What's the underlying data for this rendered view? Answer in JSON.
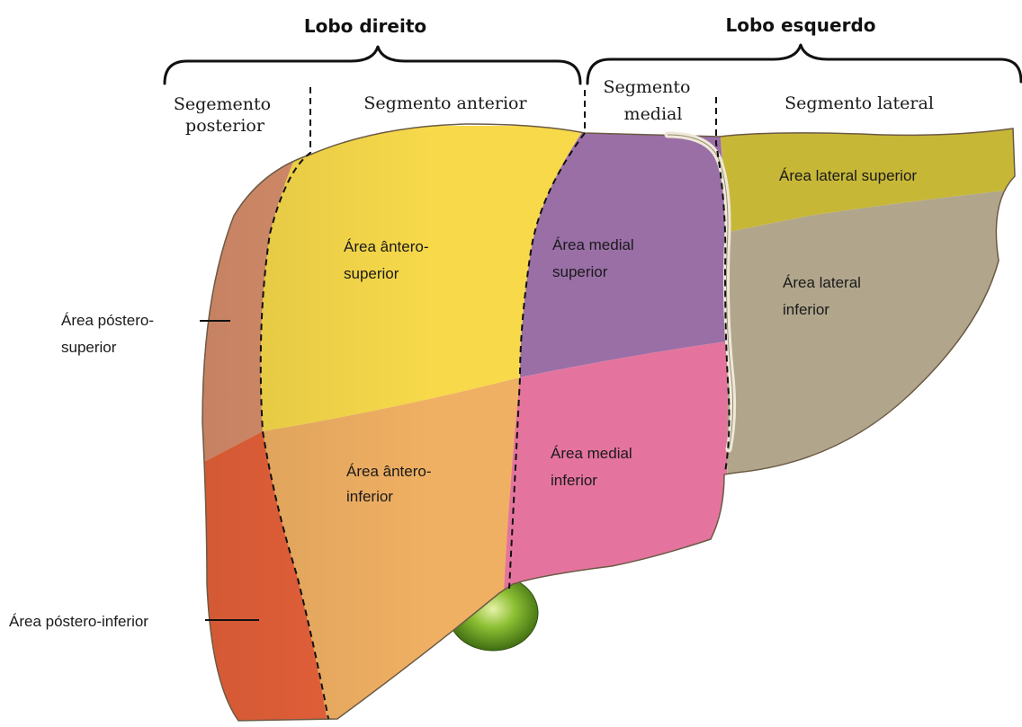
{
  "lobes": {
    "right": "Lobo direito",
    "left": "Lobo esquerdo"
  },
  "segments": {
    "posterior": [
      "Segemento",
      "posterior"
    ],
    "anterior": "Segmento anterior",
    "medial": [
      "Segmento",
      "medial"
    ],
    "lateral": "Segmento lateral"
  },
  "areas": {
    "postero_superior": [
      "Área póstero-",
      "superior"
    ],
    "postero_inferior": "Área póstero-inferior",
    "antero_superior": [
      "Área ântero-",
      "superior"
    ],
    "antero_inferior": [
      "Área ântero-",
      "inferior"
    ],
    "medial_superior": [
      "Área medial",
      "superior"
    ],
    "medial_inferior": [
      "Área medial",
      "inferior"
    ],
    "lateral_superior": "Área lateral superior",
    "lateral_inferior": [
      "Área lateral",
      "inferior"
    ]
  },
  "colors": {
    "postero_superior": "#d98f6c",
    "postero_inferior": "#e8623a",
    "antero_superior": "#f7d94a",
    "antero_inferior": "#f0b063",
    "medial_superior": "#9a6fa6",
    "medial_inferior": "#e4749e",
    "lateral_superior": "#c7b737",
    "lateral_inferior": "#b1a68c",
    "gallbladder": "#7aa62a",
    "ligament": "#efe8d8"
  }
}
